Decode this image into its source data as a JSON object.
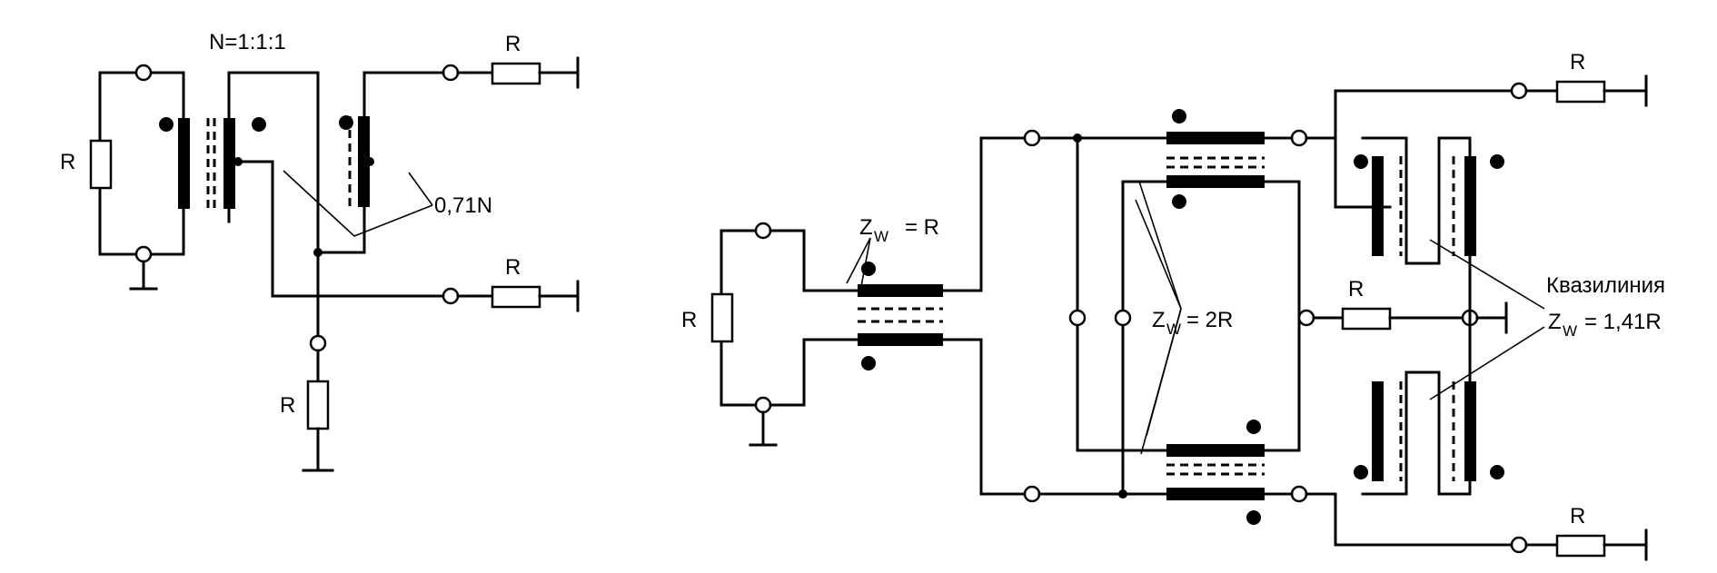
{
  "left_circuit": {
    "turns_ratio": "N=1:1:1",
    "tap_label": "0,71N",
    "resistor_label": "R"
  },
  "right_circuit": {
    "resistor_label": "R",
    "zw_symbol": "Z",
    "zw_sub": "W",
    "input_impedance": "= R",
    "mid_impedance": "= 2R",
    "quasi_line_label": "Квазилиния",
    "output_impedance": "= 1,41R"
  }
}
